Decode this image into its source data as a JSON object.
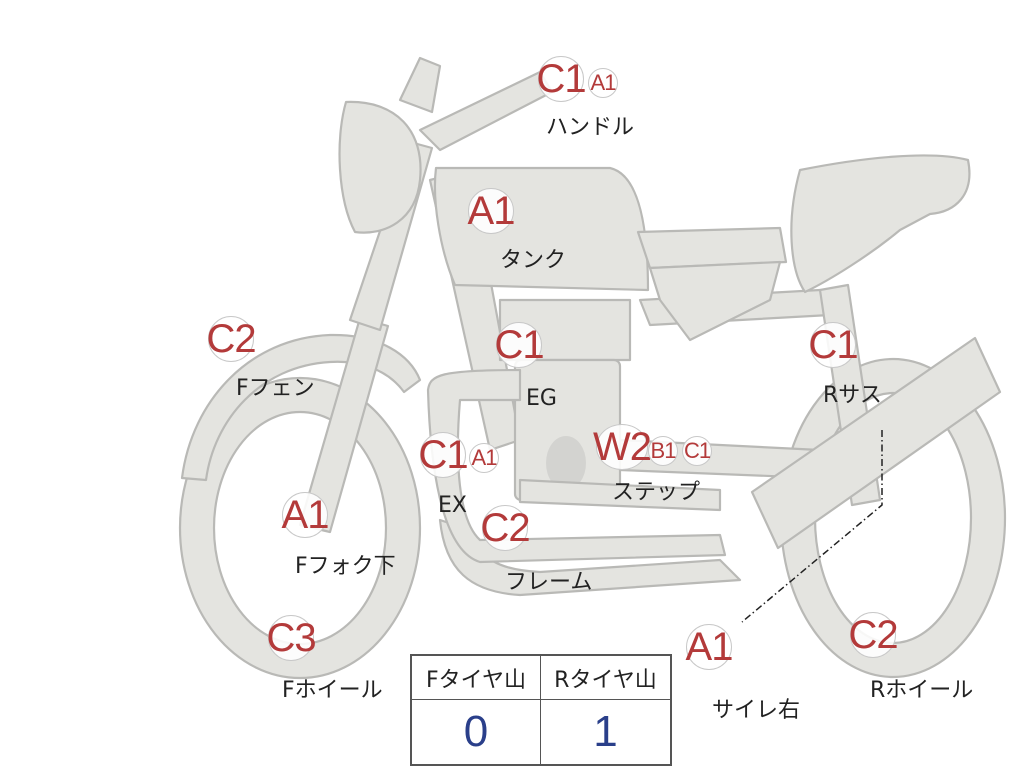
{
  "parts": [
    {
      "id": "handle",
      "name": "ハンドル",
      "codes": [
        "C1",
        "A1"
      ]
    },
    {
      "id": "tank",
      "name": "タンク",
      "codes": [
        "A1"
      ]
    },
    {
      "id": "f-fender",
      "name": "Fフェン",
      "codes": [
        "C2"
      ]
    },
    {
      "id": "engine",
      "name": "EG",
      "codes": [
        "C1"
      ]
    },
    {
      "id": "r-suspension",
      "name": "Rサス",
      "codes": [
        "C1"
      ]
    },
    {
      "id": "exhaust",
      "name": "EX",
      "codes": [
        "C1",
        "A1"
      ]
    },
    {
      "id": "step",
      "name": "ステップ",
      "codes": [
        "W2",
        "B1",
        "C1"
      ]
    },
    {
      "id": "f-fork-lower",
      "name": "Fフォク下",
      "codes": [
        "A1"
      ]
    },
    {
      "id": "frame",
      "name": "フレーム",
      "codes": [
        "C2"
      ]
    },
    {
      "id": "f-wheel",
      "name": "Fホイール",
      "codes": [
        "C3"
      ]
    },
    {
      "id": "muffler-right",
      "name": "サイレ右",
      "codes": [
        "A1"
      ]
    },
    {
      "id": "r-wheel",
      "name": "Rホイール",
      "codes": [
        "C2"
      ]
    }
  ],
  "tread_table": {
    "headers": [
      "Fタイヤ山",
      "Rタイヤ山"
    ],
    "values": [
      "0",
      "1"
    ]
  },
  "colors": {
    "code_text": "#b33a3a",
    "value_text": "#2a3f8a",
    "bike_fill": "#e4e4e0",
    "bike_outline": "#b9b9b6"
  }
}
